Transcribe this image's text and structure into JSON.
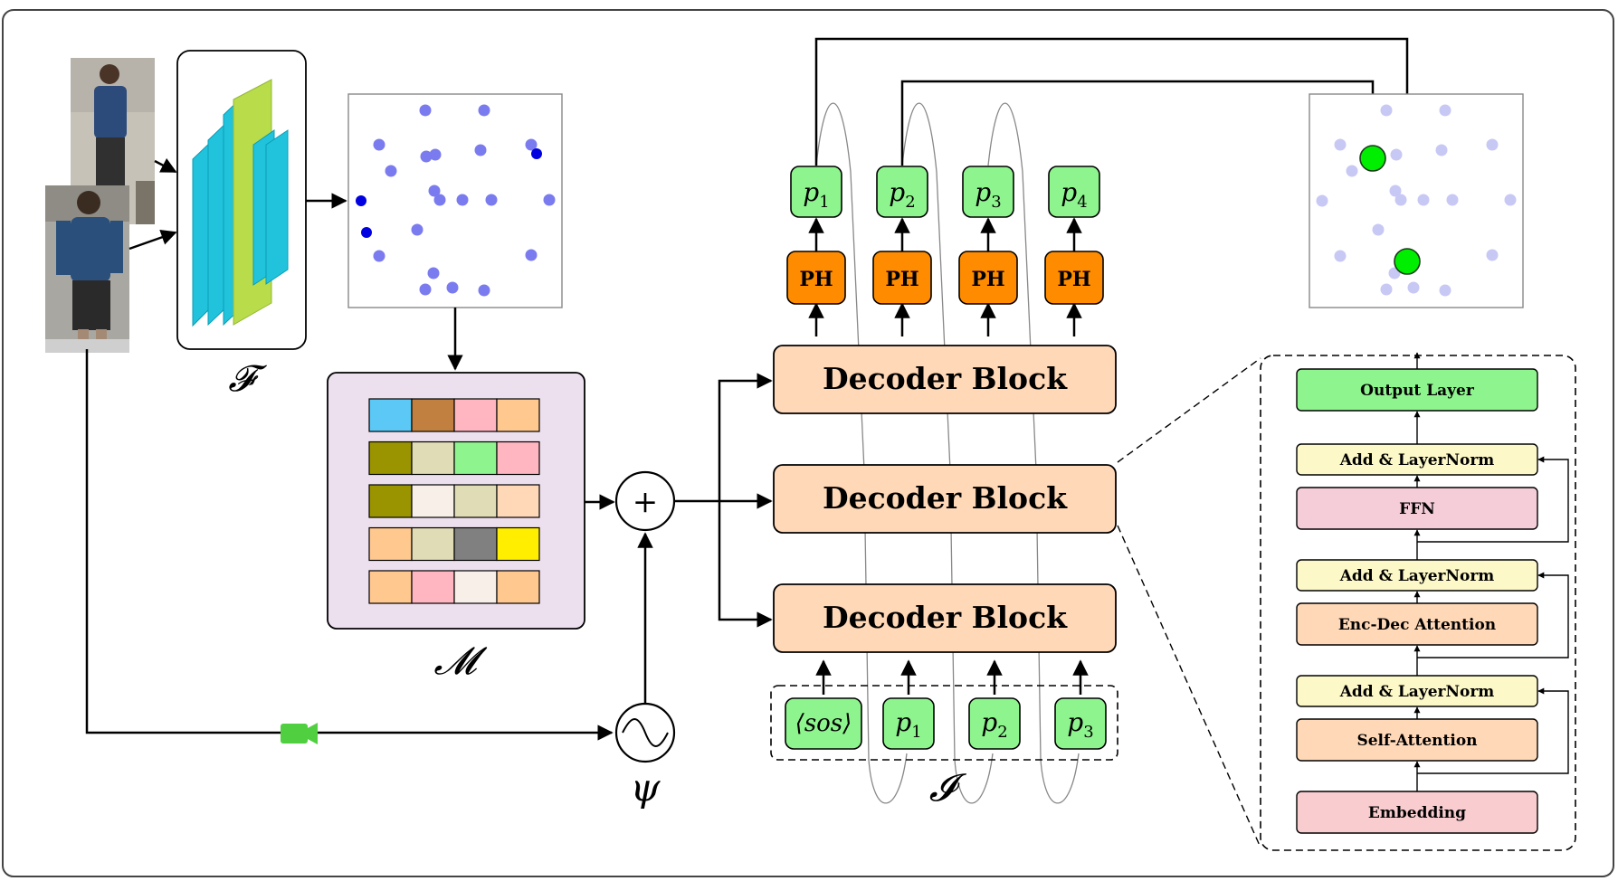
{
  "encoder": {
    "feature_extractor_symbol": "𝓕",
    "memory_symbol": "𝓜",
    "camera_embedding_symbol": "ψ",
    "combine_symbol": "+",
    "memory_colors": [
      [
        "#5bc8f5",
        "#c1803f",
        "#ffb6c1",
        "#ffc88e"
      ],
      [
        "#999400",
        "#e0ddb6",
        "#8ef58e",
        "#ffb6c1"
      ],
      [
        "#999400",
        "#f8f0e8",
        "#e0ddb6",
        "#ffd8b8"
      ],
      [
        "#ffc88e",
        "#e0ddb6",
        "#808080",
        "#ffee00"
      ],
      [
        "#ffc88e",
        "#ffb6c1",
        "#f8f0e8",
        "#ffc88e"
      ]
    ]
  },
  "decoder": {
    "blocks": [
      {
        "label": "Decoder Block"
      },
      {
        "label": "Decoder Block"
      },
      {
        "label": "Decoder Block"
      }
    ],
    "prediction_head_label": "PH",
    "outputs": [
      {
        "base": "p",
        "sub": "1"
      },
      {
        "base": "p",
        "sub": "2"
      },
      {
        "base": "p",
        "sub": "3"
      },
      {
        "base": "p",
        "sub": "4"
      }
    ],
    "inputs_symbol": "𝓘",
    "inputs": [
      {
        "base": "⟨sos⟩",
        "sub": ""
      },
      {
        "base": "p",
        "sub": "1"
      },
      {
        "base": "p",
        "sub": "2"
      },
      {
        "base": "p",
        "sub": "3"
      }
    ]
  },
  "decoder_detail": {
    "layers": [
      {
        "label": "Output Layer",
        "color": "#8ef58e"
      },
      {
        "label": "Add & LayerNorm",
        "color": "#fdf8c8"
      },
      {
        "label": "FFN",
        "color": "#f5cdd9"
      },
      {
        "label": "Add & LayerNorm",
        "color": "#fdf8c8"
      },
      {
        "label": "Enc-Dec Attention",
        "color": "#ffd8b8"
      },
      {
        "label": "Add & LayerNorm",
        "color": "#fdf8c8"
      },
      {
        "label": "Self-Attention",
        "color": "#ffd8b8"
      },
      {
        "label": "Embedding",
        "color": "#f9cdd0"
      }
    ]
  },
  "colors": {
    "decoder_block": "#ffd8b8",
    "prediction_head": "#ff8c00",
    "token_box": "#8ef58e",
    "memory_bg": "#ede0ee",
    "point": "#7b7bf0",
    "point_dark": "#0000e0",
    "selected_point": "#00ee00"
  }
}
